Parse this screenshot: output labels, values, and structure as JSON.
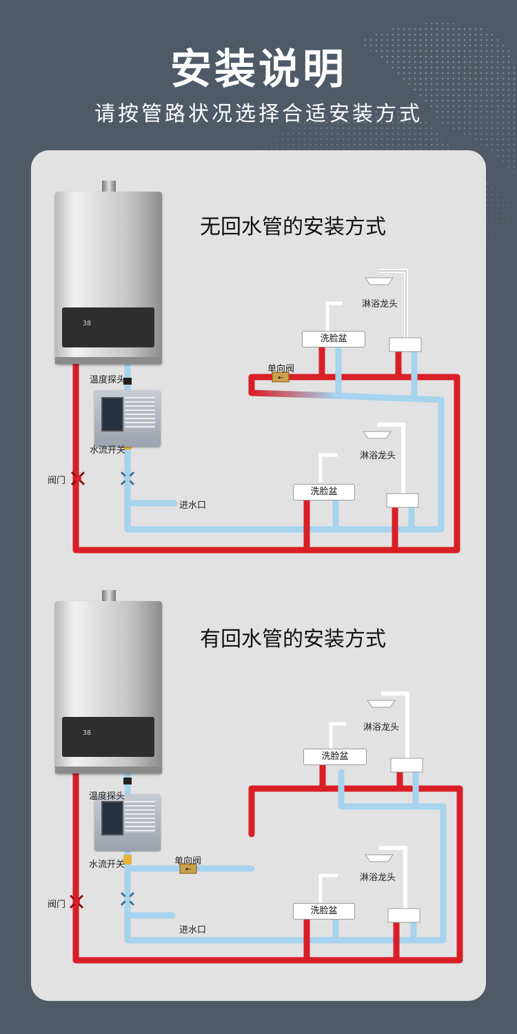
{
  "header": {
    "title": "安装说明",
    "subtitle": "请按管路状况选择合适安装方式"
  },
  "colors": {
    "background": "#4f5a69",
    "card": "#e2e2e2",
    "hot_pipe": "#d91f26",
    "cold_pipe": "#a6d3ee"
  },
  "diagram1": {
    "title": "无回水管的安装方式",
    "heater_display": "38",
    "labels": {
      "temp_probe": "温度探头",
      "flow_switch": "水流开关",
      "valve": "阀门",
      "inlet": "进水口",
      "check_valve": "单向阀",
      "basin_top": "洗脸盆",
      "shower_top": "淋浴龙头",
      "basin_bottom": "洗脸盆",
      "shower_bottom": "淋浴龙头"
    }
  },
  "diagram2": {
    "title": "有回水管的安装方式",
    "heater_display": "38",
    "labels": {
      "temp_probe": "温度探头",
      "flow_switch": "水流开关",
      "valve": "阀门",
      "inlet": "进水口",
      "check_valve": "单向阀",
      "basin_top": "洗脸盆",
      "shower_top": "淋浴龙头",
      "basin_bottom": "洗脸盆",
      "shower_bottom": "淋浴龙头"
    }
  }
}
